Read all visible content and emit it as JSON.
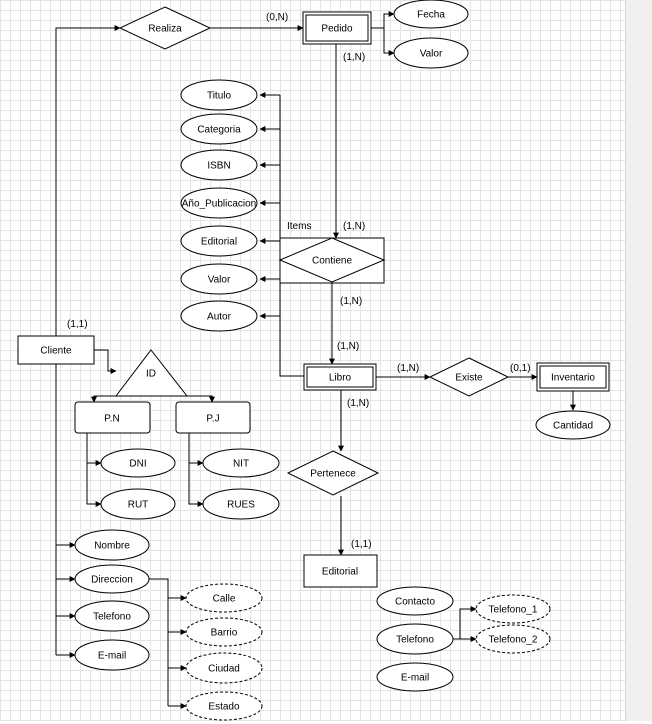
{
  "diagram": {
    "entities": {
      "pedido": "Pedido",
      "cliente": "Cliente",
      "libro": "Libro",
      "inventario": "Inventario",
      "editorial": "Editorial",
      "pn": "P.N",
      "pj": "P.J"
    },
    "relationships": {
      "realiza": "Realiza",
      "contiene": "Contiene",
      "existe": "Existe",
      "pertenece": "Pertenece"
    },
    "id_label": "ID",
    "attributes": {
      "fecha": "Fecha",
      "valor_pedido": "Valor",
      "titulo": "Titulo",
      "categoria": "Categoria",
      "isbn": "ISBN",
      "anio": "Año_Publicacion",
      "editorial": "Editorial",
      "valor_libro": "Valor",
      "autor": "Autor",
      "cantidad": "Cantidad",
      "dni": "DNI",
      "rut": "RUT",
      "nit": "NIT",
      "rues": "RUES",
      "nombre": "Nombre",
      "direccion": "Direccion",
      "telefono": "Telefono",
      "email": "E-mail",
      "calle": "Calle",
      "barrio": "Barrio",
      "ciudad": "Ciudad",
      "estado": "Estado",
      "contacto": "Contacto",
      "telefono_contacto": "Telefono",
      "email_contacto": "E-mail",
      "telefono_1": "Telefono_1",
      "telefono_2": "Telefono_2"
    },
    "labels": {
      "realiza_pedido": "(0,N)",
      "pedido_contiene": "(1,N)",
      "items": "Items",
      "contiene_top": "(1,N)",
      "contiene_bottom": "(1,N)",
      "libro_top": "(1,N)",
      "libro_existe": "(1,N)",
      "existe_inventario": "(0,1)",
      "libro_pertenece": "(1,N)",
      "editorial_top": "(1,1)",
      "cliente_top": "(1,1)"
    }
  }
}
